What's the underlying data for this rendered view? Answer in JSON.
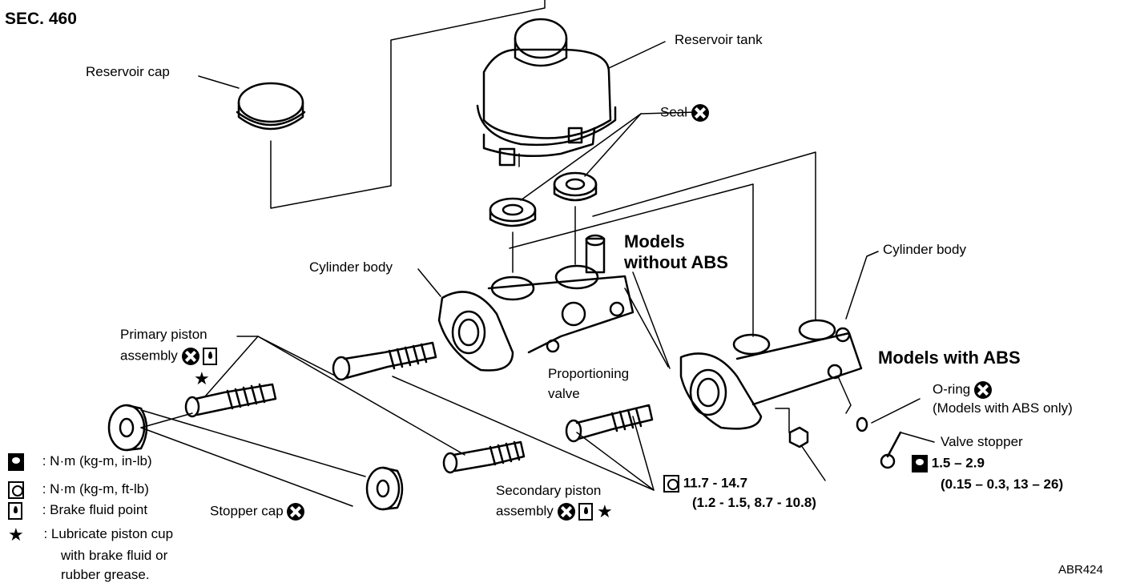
{
  "section": "SEC. 460",
  "figure_id": "ABR424",
  "labels": {
    "reservoir_cap": "Reservoir cap",
    "reservoir_tank": "Reservoir tank",
    "seal": "Seal",
    "models_without_abs_1": "Models",
    "models_without_abs_2": "without ABS",
    "cylinder_body_left": "Cylinder body",
    "cylinder_body_right": "Cylinder body",
    "primary_piston_1": "Primary piston",
    "primary_piston_2": "assembly",
    "proportioning_valve_1": "Proportioning",
    "proportioning_valve_2": "valve",
    "models_with_abs": "Models with ABS",
    "o_ring": "O-ring",
    "o_ring_note": "(Models with ABS only)",
    "valve_stopper": "Valve stopper",
    "valve_stopper_torque_1": "1.5 – 2.9",
    "valve_stopper_torque_2": "(0.15 – 0.3, 13 – 26)",
    "secondary_piston_1": "Secondary piston",
    "secondary_piston_2": "assembly",
    "torque_nut_1": "11.7 - 14.7",
    "torque_nut_2": "(1.2 - 1.5, 8.7 - 10.8)",
    "stopper_cap": "Stopper cap"
  },
  "legend": [
    {
      "icon": "torque-in-lb-icon",
      "text": ": N·m (kg-m, in-lb)"
    },
    {
      "icon": "torque-ft-lb-icon",
      "text": ": N·m (kg-m, ft-lb)"
    },
    {
      "icon": "brake-fluid-icon",
      "text": ": Brake fluid point"
    },
    {
      "icon": "star-icon",
      "text": ": Lubricate piston cup"
    },
    {
      "icon": "",
      "text": "with brake fluid or"
    },
    {
      "icon": "",
      "text": "rubber grease."
    }
  ]
}
